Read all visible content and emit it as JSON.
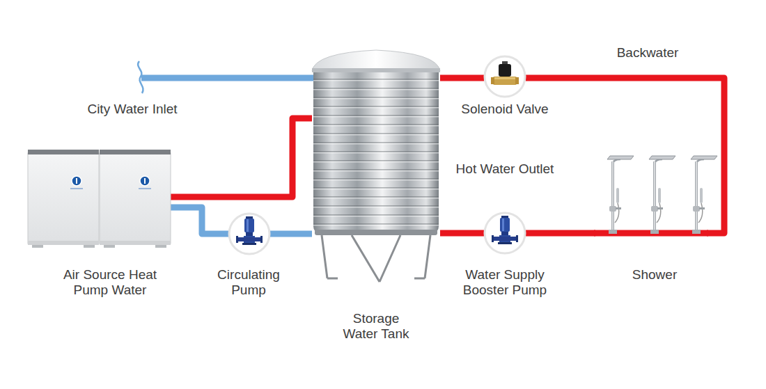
{
  "diagram": {
    "nodes": [
      {
        "text": [
          "Air Source Heat Pump Water"
        ]
      },
      {
        "text": [
          "Circulating Pump"
        ]
      },
      {
        "text": [
          "Storage Water Tank"
        ]
      },
      {
        "text": [
          "Solenoid Valve"
        ]
      },
      {
        "text": [
          "Water Supply Booster Pump"
        ]
      },
      {
        "text": [
          "Shower"
        ]
      }
    ],
    "edges": [
      {
        "from": 0,
        "to": 2,
        "arrow": "none"
      },
      {
        "from": 2,
        "to": 1,
        "arrow": "none"
      },
      {
        "from": 1,
        "to": 0,
        "arrow": "none"
      },
      {
        "from": 2,
        "to": 4,
        "arrow": "none"
      },
      {
        "from": 4,
        "to": 5,
        "arrow": "none"
      },
      {
        "from": 5,
        "to": 3,
        "arrow": "none"
      },
      {
        "from": 3,
        "to": 2,
        "arrow": "none"
      }
    ],
    "labels": [
      "City Water Inlet",
      "Backwater",
      "Hot Water Outlet"
    ]
  }
}
